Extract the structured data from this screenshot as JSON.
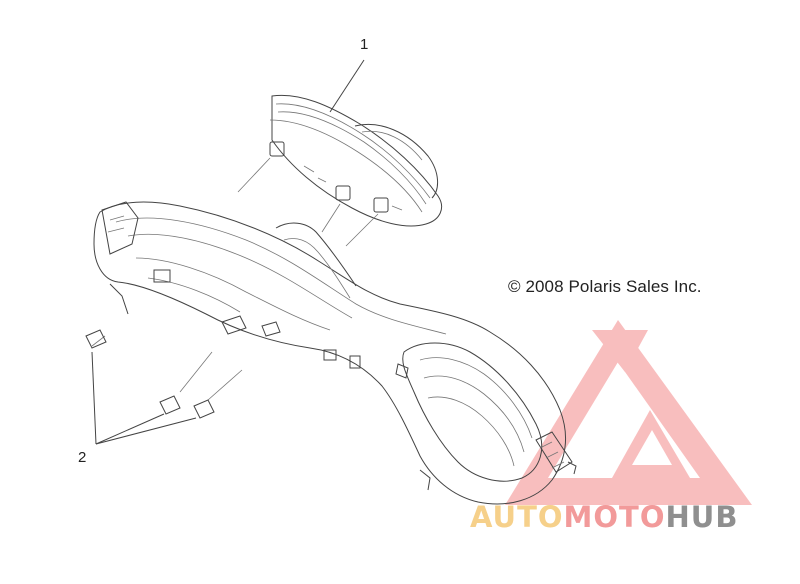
{
  "callouts": {
    "part_1": "1",
    "part_2": "2"
  },
  "copyright": "© 2008 Polaris Sales Inc.",
  "watermark": {
    "word_1": "AUTO",
    "word_2": "MOTO",
    "word_3": "HUB",
    "colors": {
      "auto": "#f6d08a",
      "moto": "#f29a9a",
      "hub": "#8f8f8f",
      "logo": "#f48a8a"
    }
  }
}
